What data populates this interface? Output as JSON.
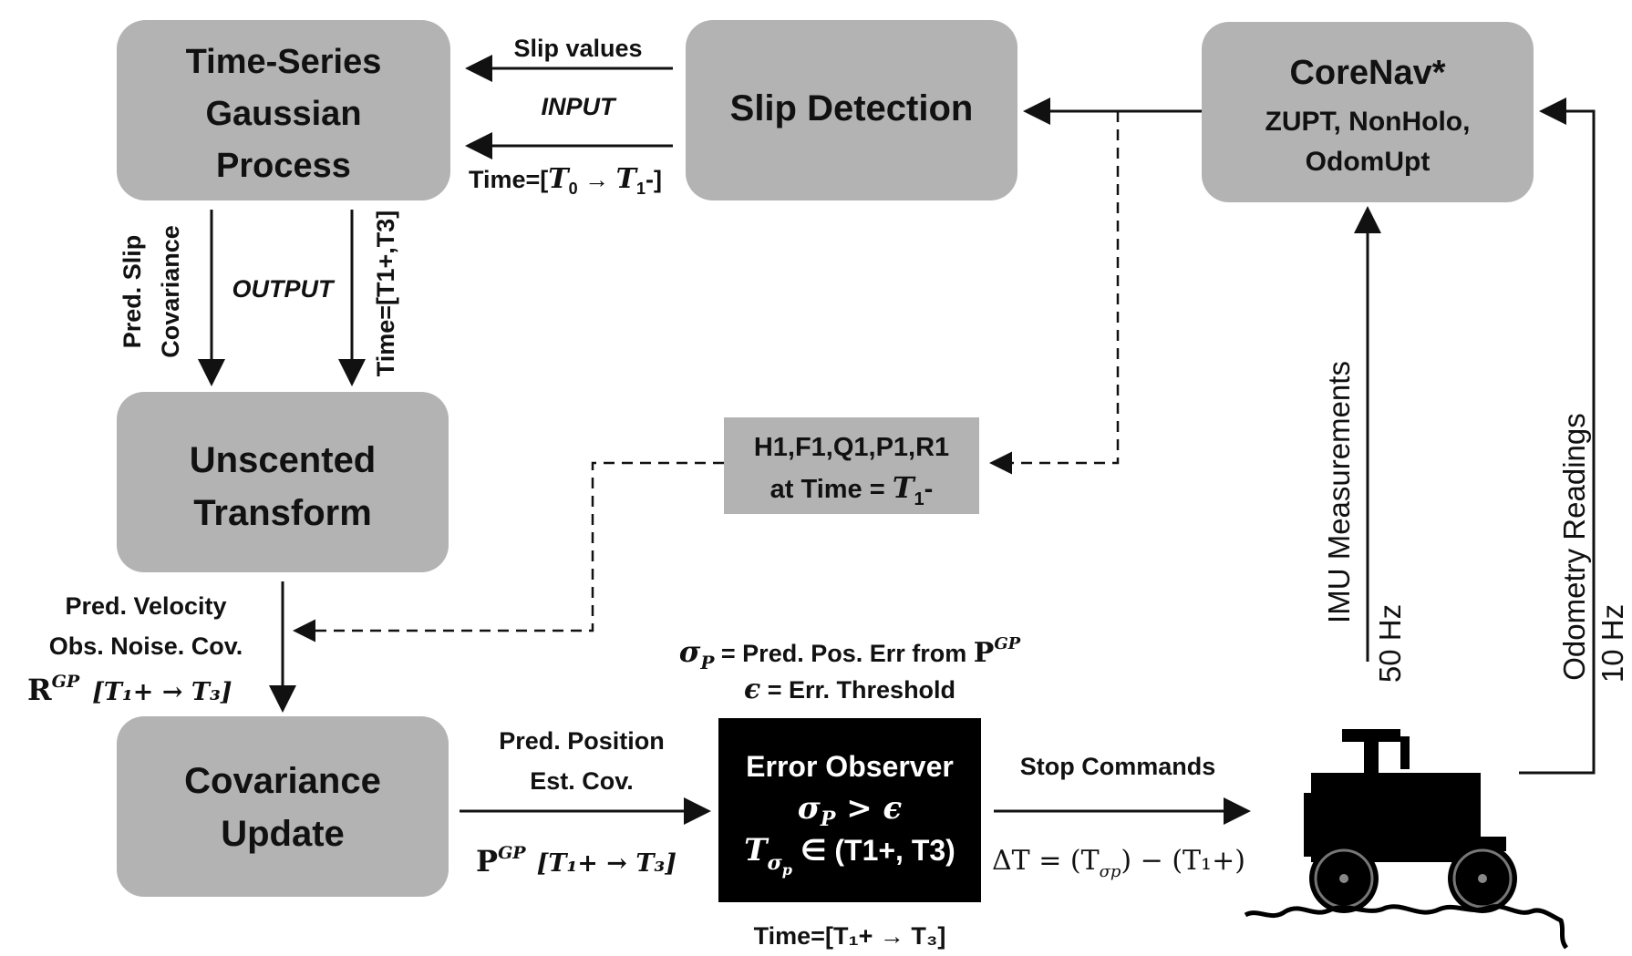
{
  "nodes": {
    "gp": {
      "lines": [
        "Time-Series",
        "Gaussian",
        "Process"
      ]
    },
    "slip": {
      "lines": [
        "Slip Detection"
      ]
    },
    "corenav": {
      "title": "CoreNav*",
      "lines": [
        "ZUPT, NonHolo,",
        "OdomUpt"
      ]
    },
    "ut": {
      "lines": [
        "Unscented",
        "Transform"
      ]
    },
    "cov": {
      "lines": [
        "Covariance",
        "Update"
      ]
    },
    "matrices": {
      "line1": "H1,F1,Q1,P1,R1",
      "line2_prefix": "at Time = ",
      "line2_var": "T",
      "line2_sub": "1",
      "line2_suffix": "-"
    },
    "observer": {
      "title": "Error Observer",
      "cond_sym": "σ",
      "cond_sub": "P",
      "cond_rest": " > ϵ",
      "time_sym": "T",
      "time_sub": "σ",
      "time_subsub": "p",
      "time_rest": " ∈ (T1+, T3)"
    }
  },
  "labels": {
    "slip_values": "Slip values",
    "input": "INPUT",
    "time_in": {
      "prefix": "Time=[",
      "a": "T",
      "a_sub": "0",
      "arrow": " → ",
      "b": "T",
      "b_sub": "1",
      "suffix": "-]"
    },
    "pred_slip": "Pred. Slip",
    "covariance": "Covariance",
    "output": "OUTPUT",
    "time_out": "Time=[T1+,T3]",
    "pred_velocity": "Pred. Velocity",
    "obs_noise": "Obs. Noise. Cov.",
    "r_gp": {
      "sym": "R",
      "sup": "GP",
      "range": "[T₁+ → T₃]"
    },
    "pred_position": "Pred. Position",
    "est_cov": "Est. Cov.",
    "p_gp": {
      "sym": "P",
      "sup": "GP",
      "range": "[T₁+ → T₃]"
    },
    "sigma_def": {
      "sym": "σ",
      "sub": "P",
      "text": " = Pred. Pos. Err from ",
      "msym": "P",
      "msup": "GP"
    },
    "eps_def": {
      "sym": "ϵ",
      "text": "  = Err. Threshold"
    },
    "time_obs": "Time=[T₁+ → T₃]",
    "stop_commands": "Stop Commands",
    "delta_t": "ΔT = (T",
    "delta_sub": "σp",
    "delta_rest": ") − (T₁+)",
    "imu": "IMU Measurements",
    "imu_rate": "50 Hz",
    "odom": "Odometry Readings",
    "odom_rate": "10 Hz"
  },
  "colors": {
    "box": "#b3b3b3",
    "observer": "#000000",
    "line": "#111111"
  }
}
